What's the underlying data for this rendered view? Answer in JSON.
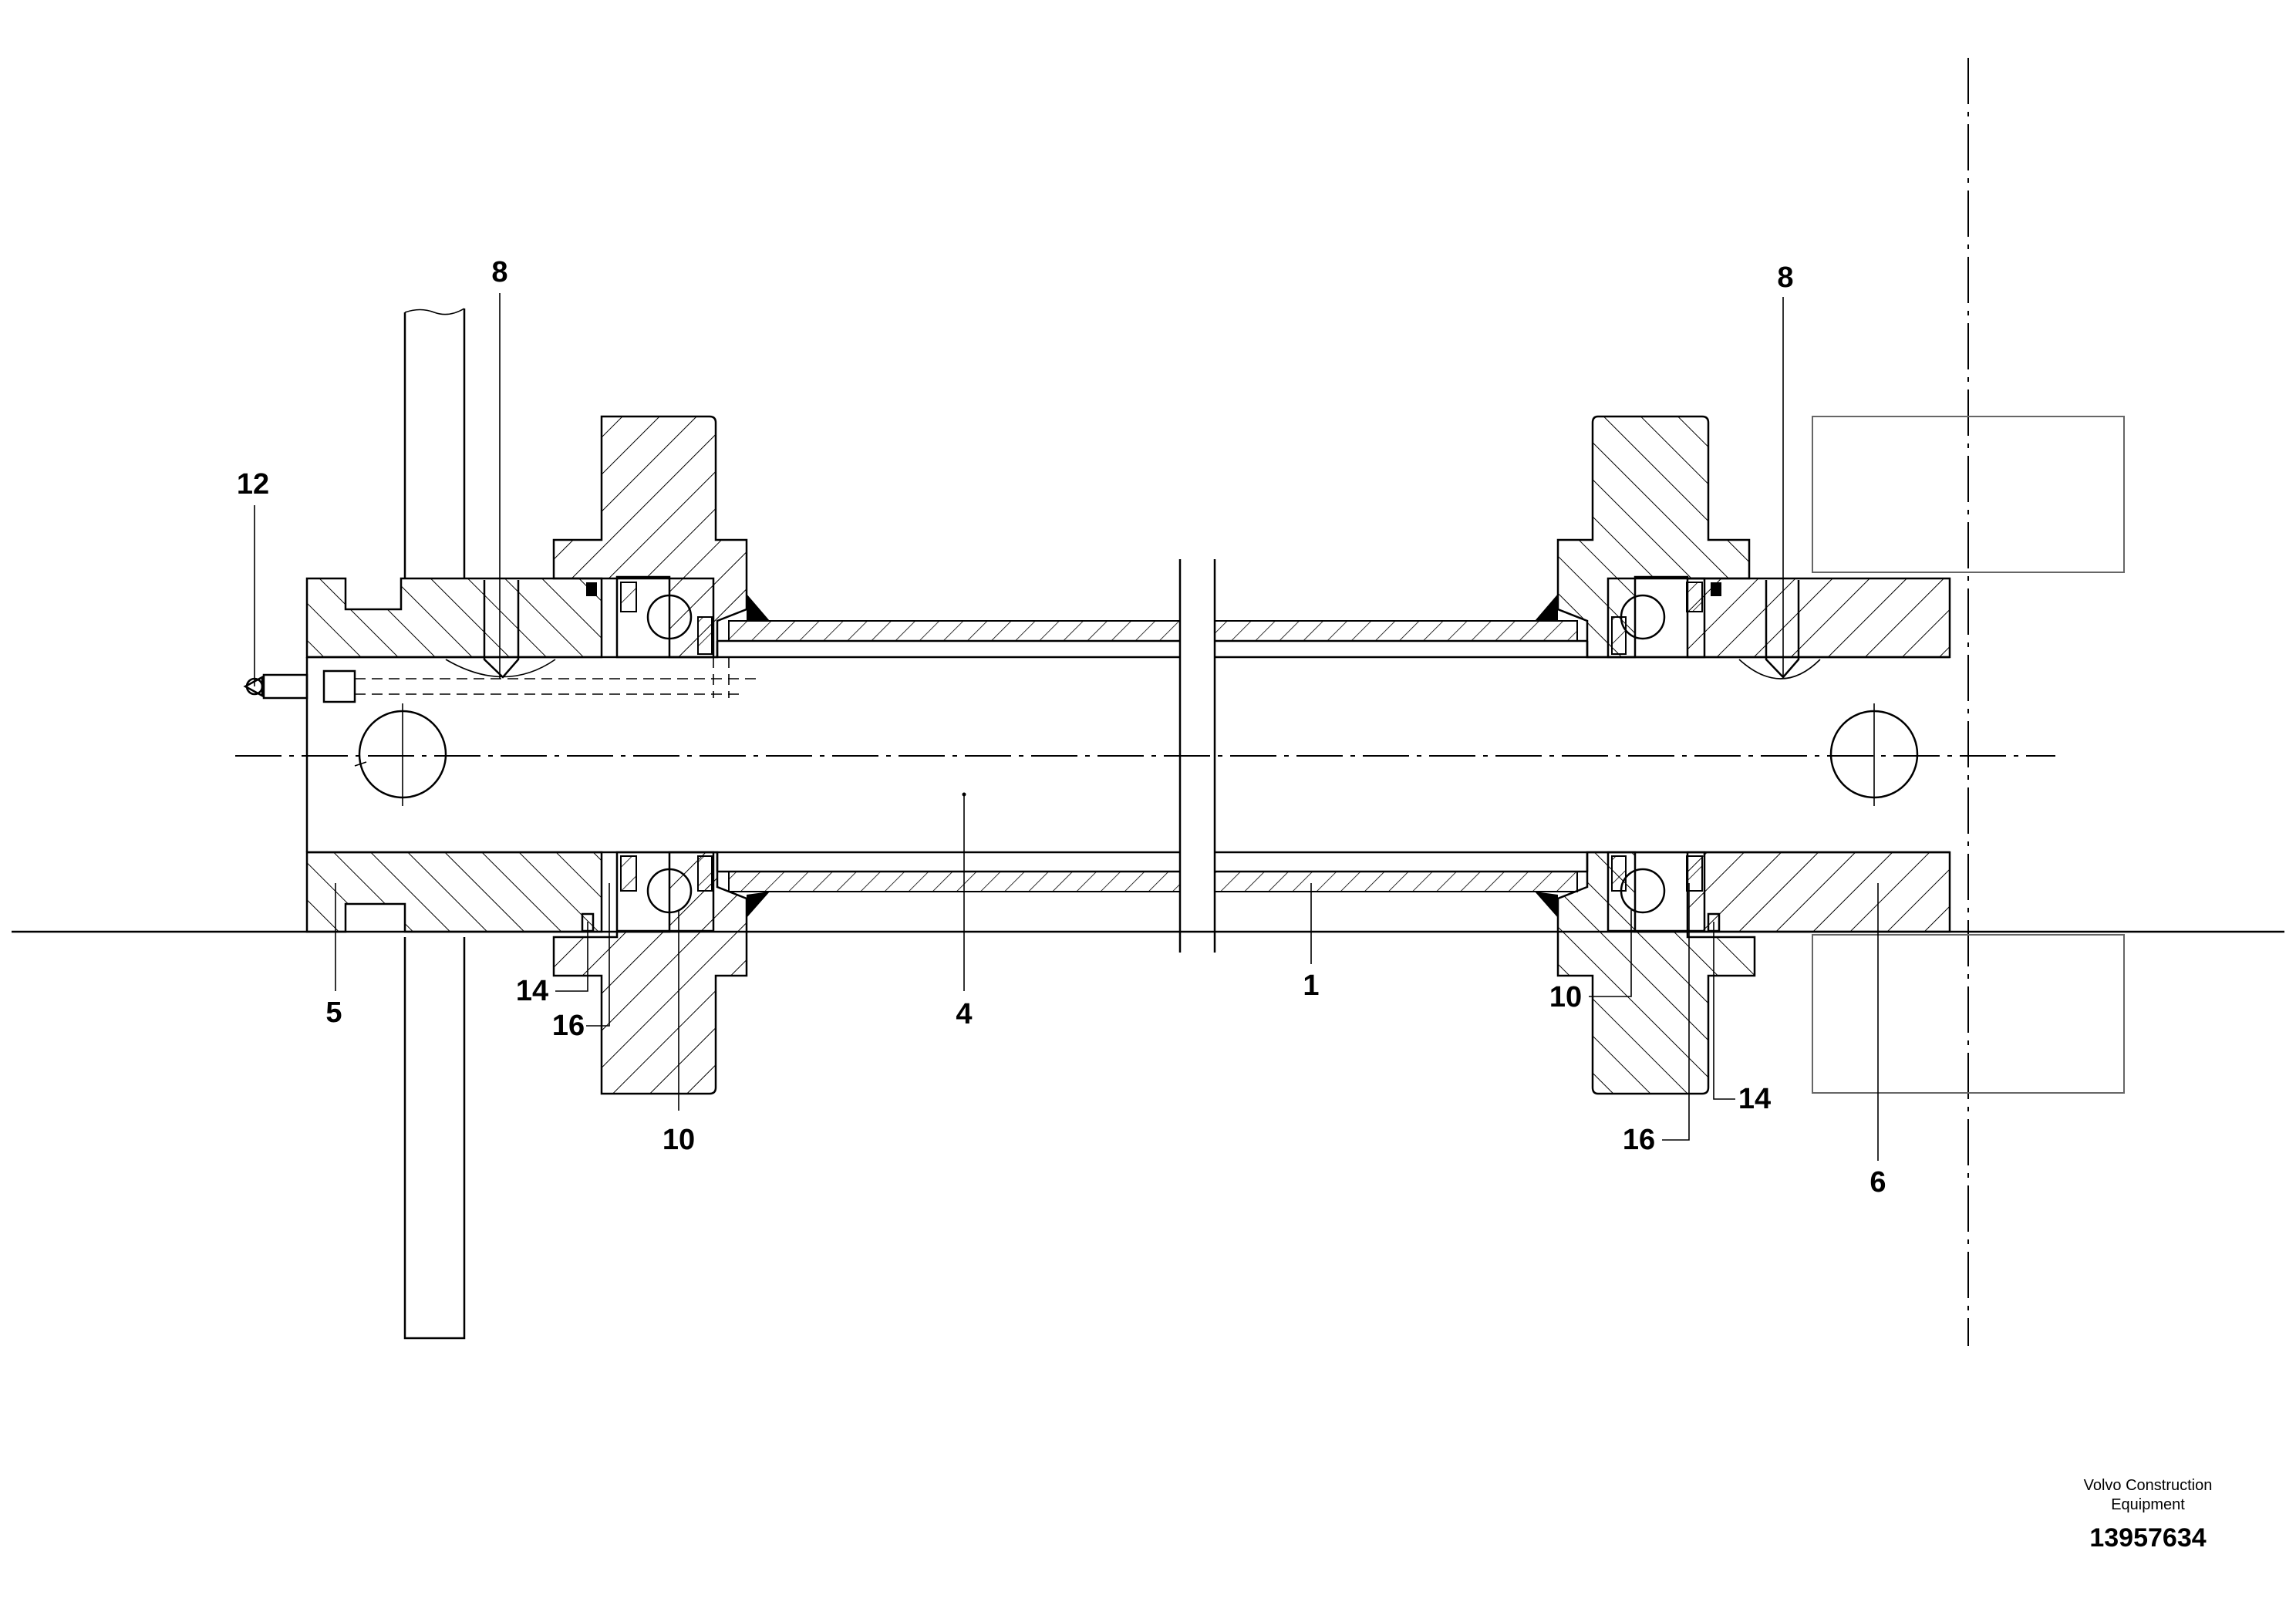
{
  "callouts": {
    "c8_left": "8",
    "c8_right": "8",
    "c12": "12",
    "c5": "5",
    "c14_left": "14",
    "c16_left": "16",
    "c10_left": "10",
    "c4": "4",
    "c1": "1",
    "c10_right": "10",
    "c16_right": "16",
    "c14_right": "14",
    "c6": "6"
  },
  "footer": {
    "brand_line1": "Volvo Construction",
    "brand_line2": "Equipment",
    "doc_number": "13957634"
  }
}
